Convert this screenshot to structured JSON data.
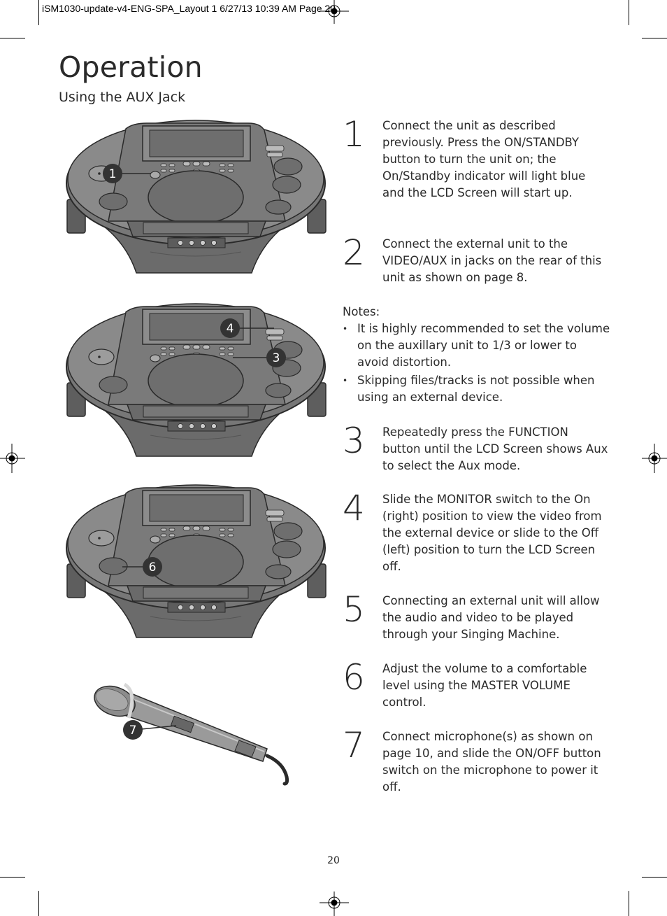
{
  "print_slug": "iSM1030-update-v4-ENG-SPA_Layout 1  6/27/13  10:39 AM  Page 20",
  "heading": {
    "title": "Operation",
    "subtitle": "Using the AUX Jack"
  },
  "figures": {
    "callouts": [
      "1",
      "4",
      "3",
      "6",
      "7"
    ]
  },
  "steps": [
    {
      "num": "1",
      "text": "Connect the unit as described previously. Press the ON/STANDBY button to turn the unit on; the On/Standby indicator will light blue and the LCD Screen will start up."
    },
    {
      "num": "2",
      "text": "Connect the external unit to the VIDEO/AUX in jacks on the rear of this unit as shown on page 8."
    },
    {
      "num": "3",
      "text": "Repeatedly press the FUNCTION button until the LCD Screen shows Aux to select the Aux mode."
    },
    {
      "num": "4",
      "text": "Slide the MONITOR switch to the On (right) position to view the video from the external device or slide to the Off (left) position to turn the LCD Screen off."
    },
    {
      "num": "5",
      "text": "Connecting an external unit will allow the audio and video to be played through your Singing Machine."
    },
    {
      "num": "6",
      "text": "Adjust the volume to a comfortable level using the MASTER VOLUME control."
    },
    {
      "num": "7",
      "text": "Connect microphone(s) as shown on page 10, and slide the ON/OFF button switch on the microphone to power it off."
    }
  ],
  "notes": {
    "title": "Notes:",
    "bullet": "•",
    "items": [
      "It is highly recommended to set the volume on the auxillary unit to 1/3 or lower to avoid distortion.",
      "Skipping files/tracks is not possible when using an external device."
    ]
  },
  "page_number": "20"
}
